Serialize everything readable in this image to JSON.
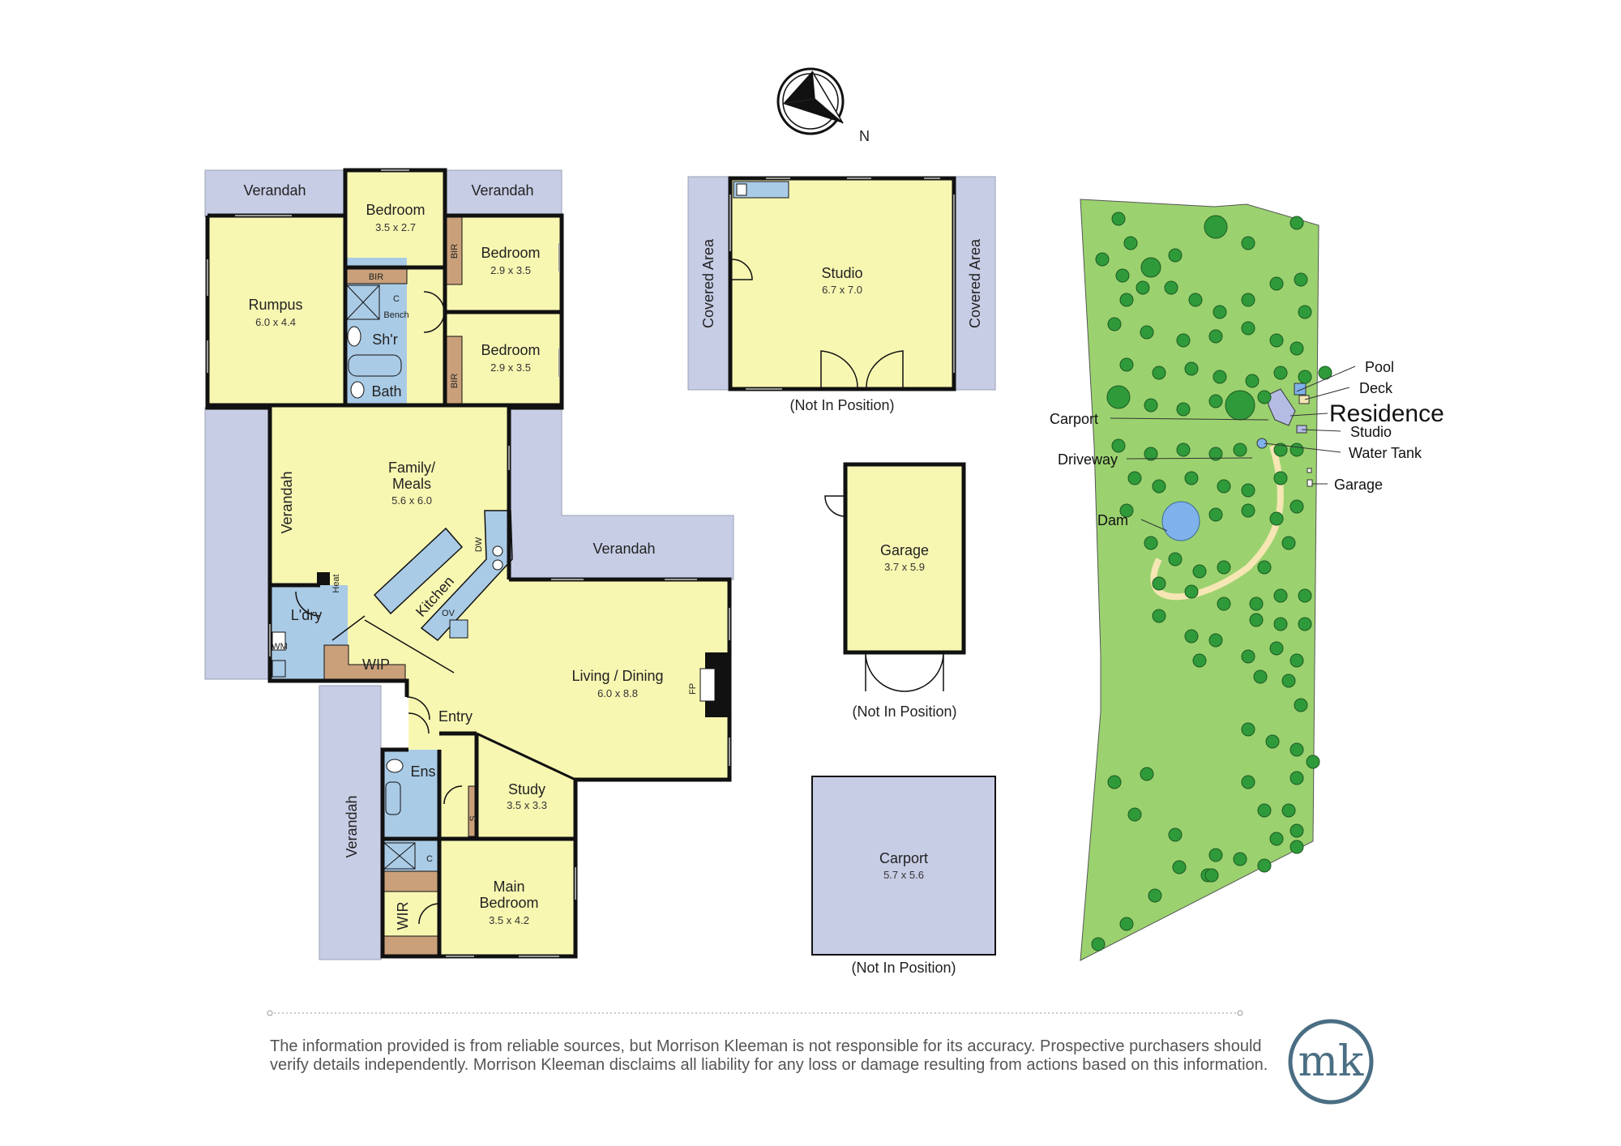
{
  "compass": {
    "north_label": "N"
  },
  "main_house": {
    "verandah_top_left": "Verandah",
    "verandah_top_right": "Verandah",
    "verandah_left": "Verandah",
    "verandah_right": "Verandah",
    "verandah_bottom_left": "Verandah",
    "rumpus": {
      "name": "Rumpus",
      "size": "6.0 x 4.4"
    },
    "bedroom_1": {
      "name": "Bedroom",
      "size": "3.5 x 2.7"
    },
    "bedroom_2": {
      "name": "Bedroom",
      "size": "2.9 x 3.5"
    },
    "bedroom_3": {
      "name": "Bedroom",
      "size": "2.9 x 3.5"
    },
    "bir_1": "BIR",
    "bir_2": "BIR",
    "bir_3": "BIR",
    "c_1": "C",
    "bench": "Bench",
    "shower": "Sh'r",
    "bath": "Bath",
    "family": {
      "name_line1": "Family/",
      "name_line2": "Meals",
      "size": "5.6 x 6.0"
    },
    "heat": "Heat",
    "dw": "DW",
    "ov": "OV",
    "kitchen": "Kitchen",
    "laundry": "L'dry",
    "wm": "WM",
    "wip": "WIP",
    "entry": "Entry",
    "living": {
      "name": "Living / Dining",
      "size": "6.0 x 8.8"
    },
    "fp": "FP",
    "study": {
      "name": "Study",
      "size": "3.5 x 3.3"
    },
    "s": "S",
    "ensuite": "Ens",
    "c_2": "C",
    "wir": "WIR",
    "main_bedroom": {
      "name_line1": "Main",
      "name_line2": "Bedroom",
      "size": "3.5 x 4.2"
    }
  },
  "studio": {
    "name": "Studio",
    "size": "6.7 x 7.0",
    "covered_left": "Covered Area",
    "covered_right": "Covered Area",
    "note": "(Not In Position)"
  },
  "garage": {
    "name": "Garage",
    "size": "3.7 x 5.9",
    "note": "(Not In Position)"
  },
  "carport": {
    "name": "Carport",
    "size": "5.7 x 5.6",
    "note": "(Not In Position)"
  },
  "site_plan": {
    "labels": {
      "pool": "Pool",
      "deck": "Deck",
      "residence": "Residence",
      "studio": "Studio",
      "water_tank": "Water Tank",
      "garage": "Garage",
      "carport": "Carport",
      "driveway": "Driveway",
      "dam": "Dam"
    }
  },
  "disclaimer": {
    "line1": "The information provided is from reliable sources, but Morrison Kleeman is not responsible for its accuracy. Prospective purchasers should",
    "line2": "verify details independently. Morrison Kleeman disclaims all liability for any loss or damage resulting from actions based on this information."
  },
  "logo": {
    "text": "mk"
  },
  "colors": {
    "room": "#f8f7b2",
    "verandah": "#c8cde6",
    "wet_area": "#aacbe6",
    "robe": "#c9a07a",
    "lot": "#9bd26f",
    "tree": "#2f9a3a",
    "water": "#7fb1ea",
    "logo": "#4a6e83"
  }
}
